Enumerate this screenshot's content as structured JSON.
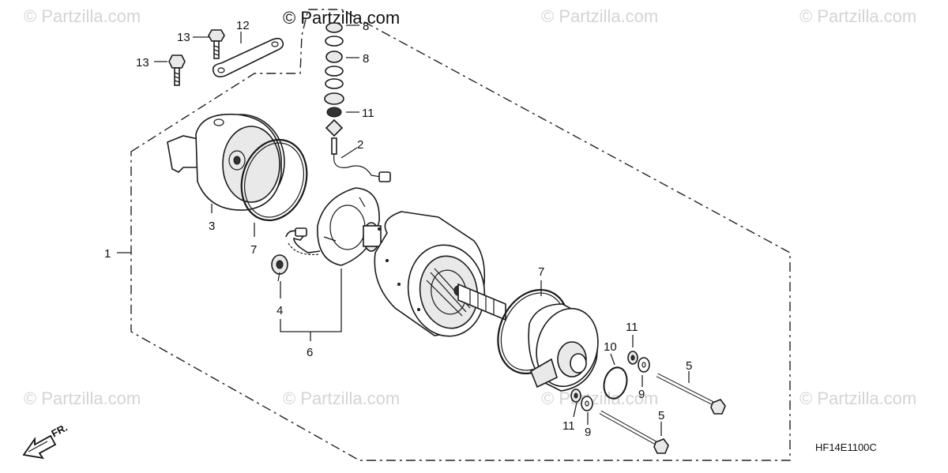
{
  "watermarks": {
    "main": "© Partzilla.com",
    "faint": "© Partzilla.com"
  },
  "diagram_code": "HF14E1100C",
  "forward_label": "FR.",
  "callouts": {
    "c1": "1",
    "c2": "2",
    "c3": "3",
    "c4": "4",
    "c5a": "5",
    "c5b": "5",
    "c6": "6",
    "c7a": "7",
    "c7b": "7",
    "c8a": "8",
    "c8b": "8",
    "c9a": "9",
    "c9b": "9",
    "c10": "10",
    "c11a": "11",
    "c11b": "11",
    "c11c": "11",
    "c12": "12",
    "c13a": "13",
    "c13b": "13"
  },
  "colors": {
    "line": "#1a1a1a",
    "watermark": "#d4d4d4",
    "background": "#ffffff"
  }
}
